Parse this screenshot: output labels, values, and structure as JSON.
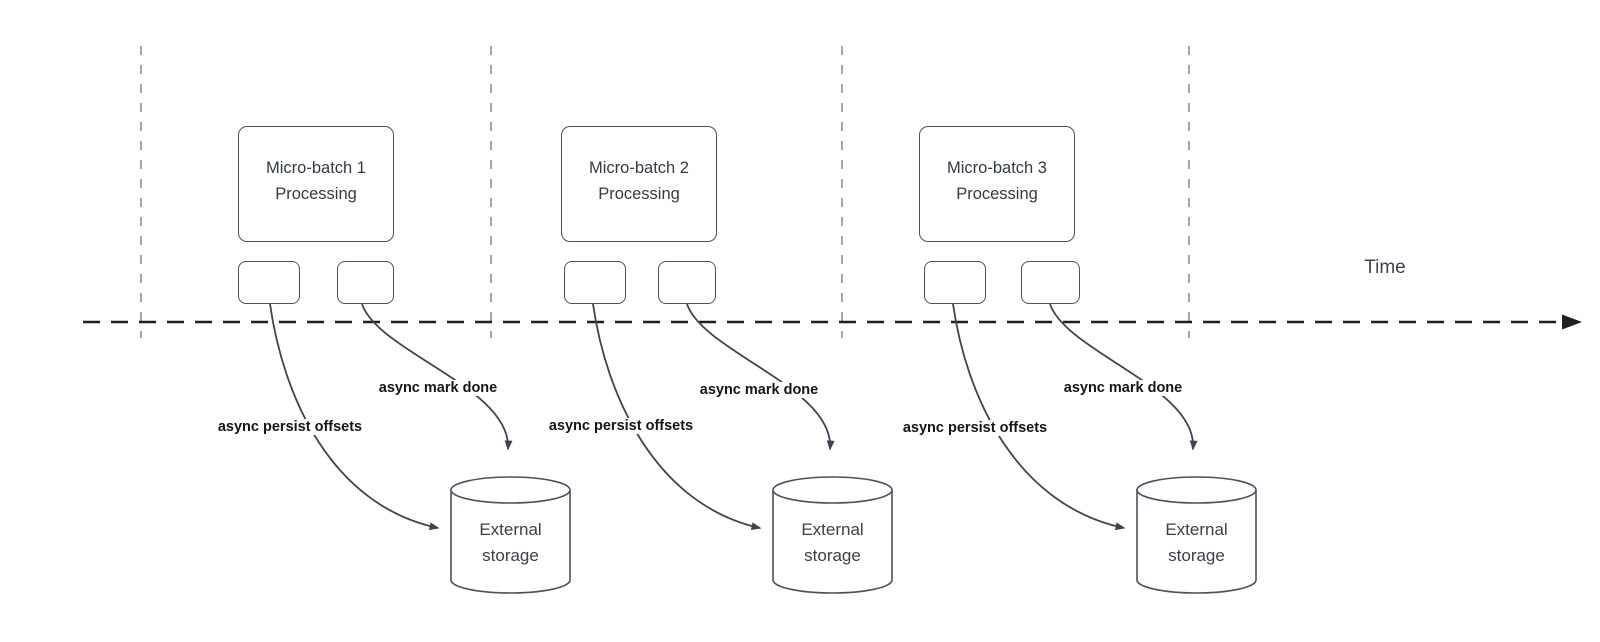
{
  "diagram": {
    "title_hint": "Micro-batch processing timeline with async external storage writes",
    "time_label": "Time",
    "colors": {
      "shape_border": "#4a5160",
      "arrow": "#3e4450",
      "bold_label_text": "#14161c",
      "box_text": "#333a46",
      "gridline": "#a3a6ad",
      "time_axis": "#1f1f1f",
      "background": "#ffffff"
    },
    "columns": [
      {
        "box_line1": "Micro-batch 1",
        "box_line2": "Processing",
        "persist_label": "async persist offsets",
        "mark_done_label": "async mark done",
        "storage_line1": "External",
        "storage_line2": "storage"
      },
      {
        "box_line1": "Micro-batch 2",
        "box_line2": "Processing",
        "persist_label": "async persist offsets",
        "mark_done_label": "async mark done",
        "storage_line1": "External",
        "storage_line2": "storage"
      },
      {
        "box_line1": "Micro-batch 3",
        "box_line2": "Processing",
        "persist_label": "async persist offsets",
        "mark_done_label": "async mark done",
        "storage_line1": "External",
        "storage_line2": "storage"
      }
    ]
  }
}
